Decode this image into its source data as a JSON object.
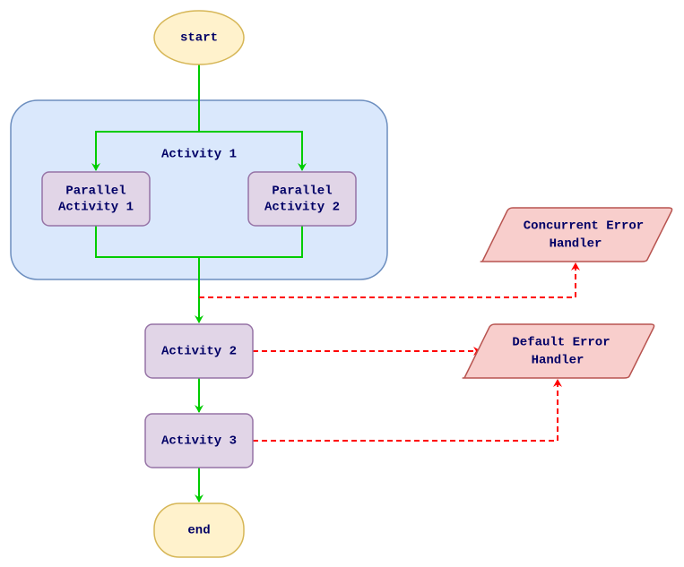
{
  "nodes": {
    "start": "start",
    "group_label": "Activity 1",
    "parallel1": [
      "Parallel",
      "Activity 1"
    ],
    "parallel2": [
      "Parallel",
      "Activity 2"
    ],
    "activity2": "Activity 2",
    "activity3": "Activity 3",
    "end": "end",
    "concurrent_error": [
      "Concurrent Error",
      "Handler"
    ],
    "default_error": [
      "Default Error",
      "Handler"
    ]
  },
  "colors": {
    "terminal_fill": "#fff2cc",
    "terminal_stroke": "#d6b656",
    "group_fill": "#dae8fc",
    "group_stroke": "#6c8ebf",
    "activity_fill": "#e1d5e7",
    "activity_stroke": "#9673a6",
    "error_fill": "#f8cecc",
    "error_stroke": "#b85450",
    "flow": "#00cc00",
    "error_flow": "#ff0000",
    "text": "#000066"
  }
}
